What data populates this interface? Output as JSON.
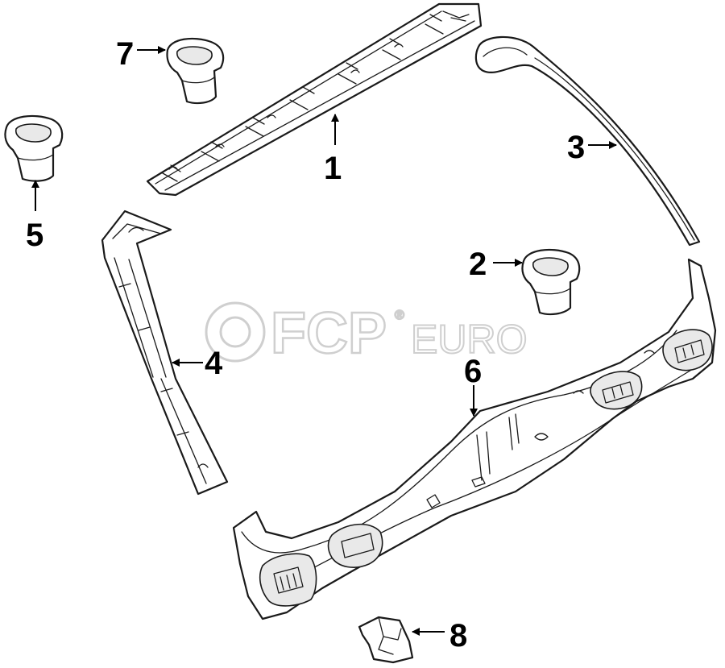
{
  "watermark": {
    "primary": "FCP",
    "registered": "®",
    "secondary": "EURO"
  },
  "callouts": [
    {
      "id": "1",
      "label": "1"
    },
    {
      "id": "2",
      "label": "2"
    },
    {
      "id": "3",
      "label": "3"
    },
    {
      "id": "4",
      "label": "4"
    },
    {
      "id": "5",
      "label": "5"
    },
    {
      "id": "6",
      "label": "6"
    },
    {
      "id": "7",
      "label": "7"
    },
    {
      "id": "8",
      "label": "8"
    }
  ]
}
